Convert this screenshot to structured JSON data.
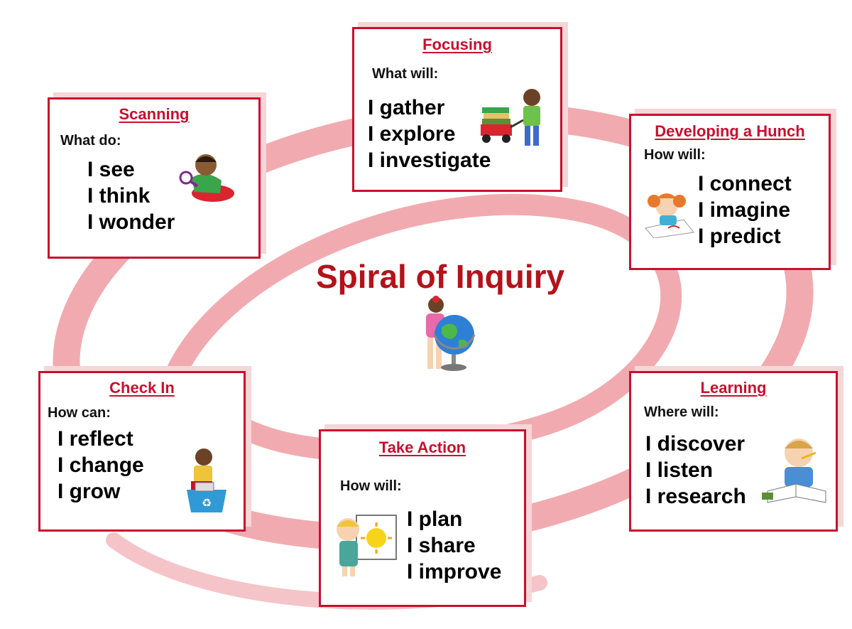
{
  "title": "Spiral of Inquiry",
  "colors": {
    "accent": "#c8102e",
    "spiral": "#f0a3a8",
    "shadow": "#f6d6d8"
  },
  "stages": {
    "scanning": {
      "title": "Scanning",
      "prompt": "What do:",
      "items": [
        "I see",
        "I think",
        "I wonder"
      ],
      "icon": "child-with-magnifier-icon"
    },
    "focusing": {
      "title": "Focusing",
      "prompt": "What will:",
      "items": [
        "I gather",
        "I explore",
        "I investigate"
      ],
      "icon": "child-with-book-wagon-icon"
    },
    "hunch": {
      "title": "Developing a Hunch",
      "prompt": "How will:",
      "items": [
        "I connect",
        "I imagine",
        "I predict"
      ],
      "icon": "girl-drawing-icon"
    },
    "learning": {
      "title": "Learning",
      "prompt": "Where will:",
      "items": [
        "I discover",
        "I listen",
        "I research"
      ],
      "icon": "boy-reading-icon"
    },
    "takeaction": {
      "title": "Take Action",
      "prompt": "How will:",
      "items": [
        "I plan",
        "I share",
        "I improve"
      ],
      "icon": "girl-with-sun-poster-icon"
    },
    "checkin": {
      "title": "Check In",
      "prompt": "How can:",
      "items": [
        "I reflect",
        "I change",
        "I grow"
      ],
      "icon": "child-with-recycling-bin-icon"
    }
  },
  "center_icon": "girl-with-globe-icon"
}
